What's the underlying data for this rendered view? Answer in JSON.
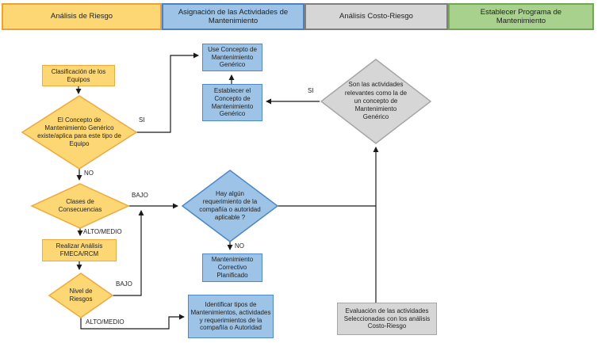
{
  "title_row": {
    "columns": [
      {
        "id": "analisis-riesgo",
        "label": "Análisis de Riesgo",
        "fill": "#FCD773",
        "border": "#E9A23B"
      },
      {
        "id": "asignacion",
        "label": "Asignación de las Actividades de Mantenimiento",
        "fill": "#9DC3E6",
        "border": "#4E81BC"
      },
      {
        "id": "costo-riesgo",
        "label": "Análisis Costo-Riesgo",
        "fill": "#D6D6D6",
        "border": "#7F7F7F"
      },
      {
        "id": "programa",
        "label": "Establecer Programa de Mantenimiento",
        "fill": "#A9D18E",
        "border": "#6FA84F"
      }
    ]
  },
  "flowchart": {
    "nodes": {
      "clasificacion_equipos": {
        "label": "Clasificación de los Equipos",
        "shape": "rect",
        "color": "yellow"
      },
      "concepto_generico_existe": {
        "label": "El Concepto de Mantenimiento Genérico existe/aplica para este tipo de Equipo",
        "shape": "diamond",
        "color": "yellow"
      },
      "clases_consecuencias": {
        "label": "Clases de Consecuencias",
        "shape": "diamond",
        "color": "yellow"
      },
      "realizar_fmeca": {
        "label": "Realizar Análisis FMECA/RCM",
        "shape": "rect",
        "color": "yellow"
      },
      "nivel_riesgos": {
        "label": "Nivel de Riesgos",
        "shape": "diamond",
        "color": "yellow"
      },
      "use_concepto": {
        "label": "Use Concepto de Mantenimiento Genérico",
        "shape": "rect",
        "color": "blue"
      },
      "establecer_concepto": {
        "label": "Establecer el Concepto de Mantenimiento Genérico",
        "shape": "rect",
        "color": "blue"
      },
      "hay_requerimiento": {
        "label": "Hay algún requerimiento de la compañía o autoridad aplicable ?",
        "shape": "diamond",
        "color": "blue"
      },
      "mantenimiento_correctivo": {
        "label": "Mantenimiento Correctivo Planificado",
        "shape": "rect",
        "color": "blue"
      },
      "identificar_tipos": {
        "label": "Identificar tipos de Mantenimientos, actividades y requerimientos de la compañía o Autoridad",
        "shape": "rect",
        "color": "blue"
      },
      "son_actividades_relevantes": {
        "label": "Son las actividades relevantes como la de un concepto de Mantenimiento Genérico",
        "shape": "diamond",
        "color": "gray"
      },
      "evaluacion_actividades": {
        "label": "Evaluación de las actividades Seleccionadas con los análisis Costo-Riesgo",
        "shape": "rect",
        "color": "gray"
      }
    },
    "edge_labels": {
      "si_concepto": "SI",
      "no_concepto": "NO",
      "bajo_consecuencias": "BAJO",
      "alto_medio_consecuencias": "ALTO/MEDIO",
      "bajo_riesgos": "BAJO",
      "alto_medio_riesgos": "ALTO/MEDIO",
      "no_requerimiento": "NO",
      "si_relevantes": "SI"
    },
    "edges": [
      {
        "from": "clasificacion_equipos",
        "to": "concepto_generico_existe",
        "label": ""
      },
      {
        "from": "concepto_generico_existe",
        "to": "use_concepto",
        "label": "SI"
      },
      {
        "from": "concepto_generico_existe",
        "to": "clases_consecuencias",
        "label": "NO"
      },
      {
        "from": "clases_consecuencias",
        "to": "hay_requerimiento",
        "label": "BAJO"
      },
      {
        "from": "clases_consecuencias",
        "to": "realizar_fmeca",
        "label": "ALTO/MEDIO"
      },
      {
        "from": "realizar_fmeca",
        "to": "nivel_riesgos",
        "label": ""
      },
      {
        "from": "nivel_riesgos",
        "to": "hay_requerimiento",
        "label": "BAJO"
      },
      {
        "from": "nivel_riesgos",
        "to": "identificar_tipos",
        "label": "ALTO/MEDIO"
      },
      {
        "from": "hay_requerimiento",
        "to": "mantenimiento_correctivo",
        "label": "NO"
      },
      {
        "from": "hay_requerimiento",
        "to": "evaluacion_actividades",
        "label": ""
      },
      {
        "from": "evaluacion_actividades",
        "to": "son_actividades_relevantes",
        "label": ""
      },
      {
        "from": "son_actividades_relevantes",
        "to": "establecer_concepto",
        "label": "SI"
      },
      {
        "from": "establecer_concepto",
        "to": "use_concepto",
        "label": ""
      }
    ],
    "colors": {
      "yellow_fill": "#FCD773",
      "yellow_border": "#EFA93C",
      "blue_fill": "#9DC3E6",
      "blue_border": "#4E88C7",
      "gray_fill": "#D6D6D6",
      "gray_border": "#A6A6A6",
      "green_fill": "#A9D18E",
      "green_border": "#6FA84F",
      "line": "#1a1a1a"
    }
  }
}
